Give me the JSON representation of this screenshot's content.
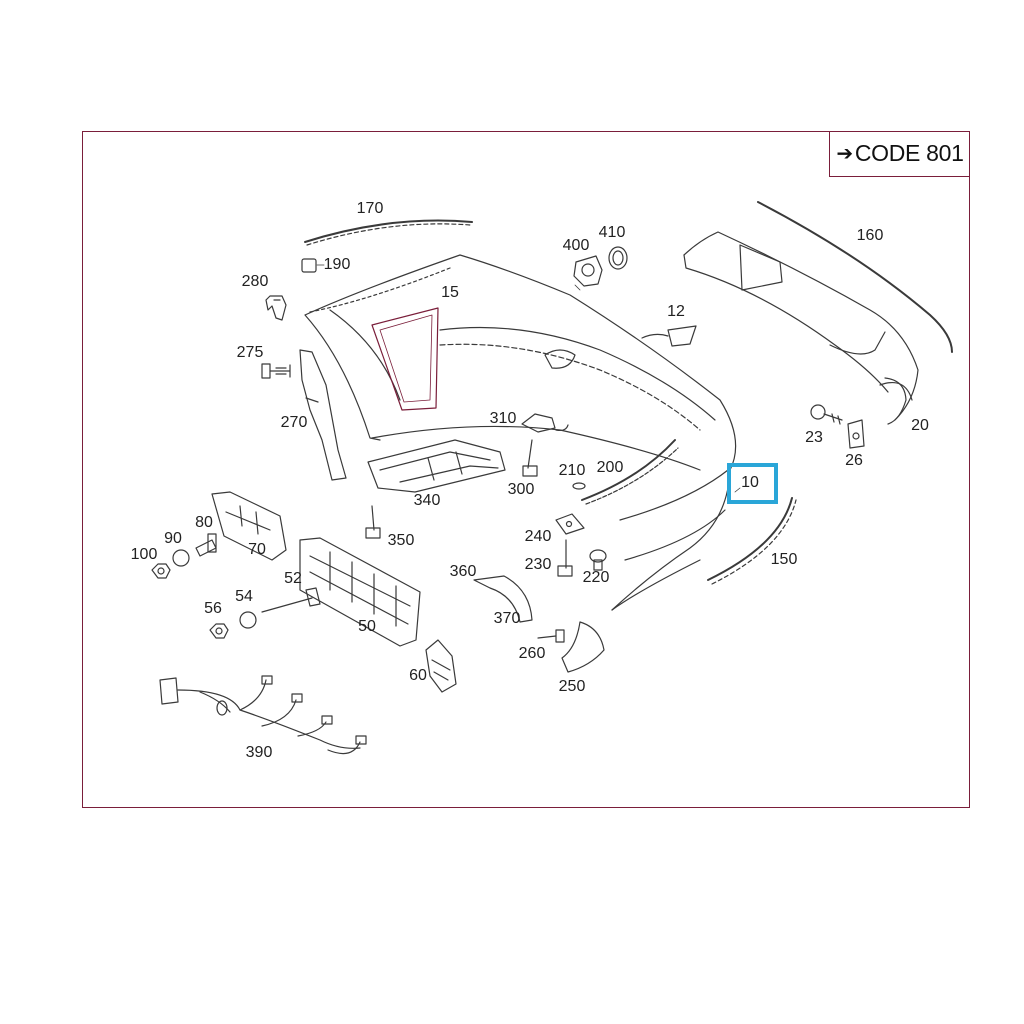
{
  "header": {
    "code_label": "CODE 801",
    "arrow_icon": "arrow-right-icon"
  },
  "colors": {
    "outline": "#7a1e3a",
    "part_line": "#3a3a3a",
    "highlight": "#2aa6d8"
  },
  "highlighted_part": "10",
  "parts": [
    {
      "id": "p170",
      "label": "170"
    },
    {
      "id": "p190",
      "label": "190"
    },
    {
      "id": "p280",
      "label": "280"
    },
    {
      "id": "p15",
      "label": "15"
    },
    {
      "id": "p400",
      "label": "400"
    },
    {
      "id": "p410",
      "label": "410"
    },
    {
      "id": "p160",
      "label": "160"
    },
    {
      "id": "p12",
      "label": "12"
    },
    {
      "id": "p275",
      "label": "275"
    },
    {
      "id": "p270",
      "label": "270"
    },
    {
      "id": "p310",
      "label": "310"
    },
    {
      "id": "p23",
      "label": "23"
    },
    {
      "id": "p20",
      "label": "20"
    },
    {
      "id": "p26",
      "label": "26"
    },
    {
      "id": "p210",
      "label": "210"
    },
    {
      "id": "p200",
      "label": "200"
    },
    {
      "id": "p300",
      "label": "300"
    },
    {
      "id": "p340",
      "label": "340"
    },
    {
      "id": "p10",
      "label": "10"
    },
    {
      "id": "p80",
      "label": "80"
    },
    {
      "id": "p90",
      "label": "90"
    },
    {
      "id": "p100",
      "label": "100"
    },
    {
      "id": "p70",
      "label": "70"
    },
    {
      "id": "p350",
      "label": "350"
    },
    {
      "id": "p240",
      "label": "240"
    },
    {
      "id": "p230",
      "label": "230"
    },
    {
      "id": "p220",
      "label": "220"
    },
    {
      "id": "p150",
      "label": "150"
    },
    {
      "id": "p52",
      "label": "52"
    },
    {
      "id": "p360",
      "label": "360"
    },
    {
      "id": "p56",
      "label": "56"
    },
    {
      "id": "p54",
      "label": "54"
    },
    {
      "id": "p370",
      "label": "370"
    },
    {
      "id": "p50",
      "label": "50"
    },
    {
      "id": "p260",
      "label": "260"
    },
    {
      "id": "p60",
      "label": "60"
    },
    {
      "id": "p250",
      "label": "250"
    },
    {
      "id": "p390",
      "label": "390"
    }
  ]
}
